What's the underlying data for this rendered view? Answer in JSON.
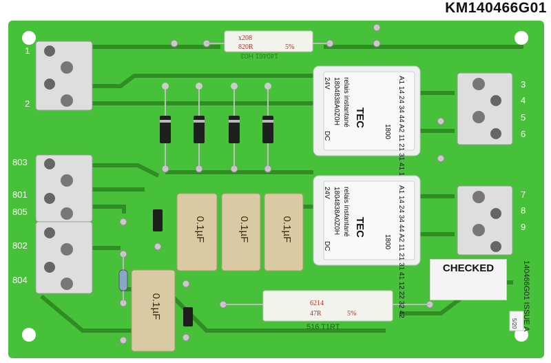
{
  "title": "KM140466G01",
  "pins_left_top": [
    "1",
    "2"
  ],
  "pins_left_mid": [
    "803",
    "801",
    "805",
    "802",
    "804"
  ],
  "pins_right": [
    "3",
    "4",
    "5",
    "6",
    "7",
    "8",
    "9"
  ],
  "capacitor_label": "0.1µF",
  "relay": {
    "brand": "TEC",
    "model": "1800",
    "part": "1804838A0Z0H",
    "subtitle": "relais instantané",
    "voltage": "24V",
    "current": "DC",
    "contacts": "A1 14 24 34 44 A2 11 21 31 41 12 22 32 42"
  },
  "resistor_top": {
    "line1": "x208",
    "line2": "820R",
    "tol": "5%"
  },
  "resistor_bottom": {
    "line1": "6214",
    "line2": "47R",
    "tol": "5%"
  },
  "checked_label": "CHECKED",
  "board_mark": "140466G01 ISSUE A",
  "board_bottom": "516 T1RT",
  "board_top_mark": "140461 H03",
  "sticker": "5/20",
  "colors": {
    "pcb": "#49c23a",
    "trace": "#2e8a22",
    "terminal": "#dcdcdc",
    "cap": "#d8c9a3"
  }
}
